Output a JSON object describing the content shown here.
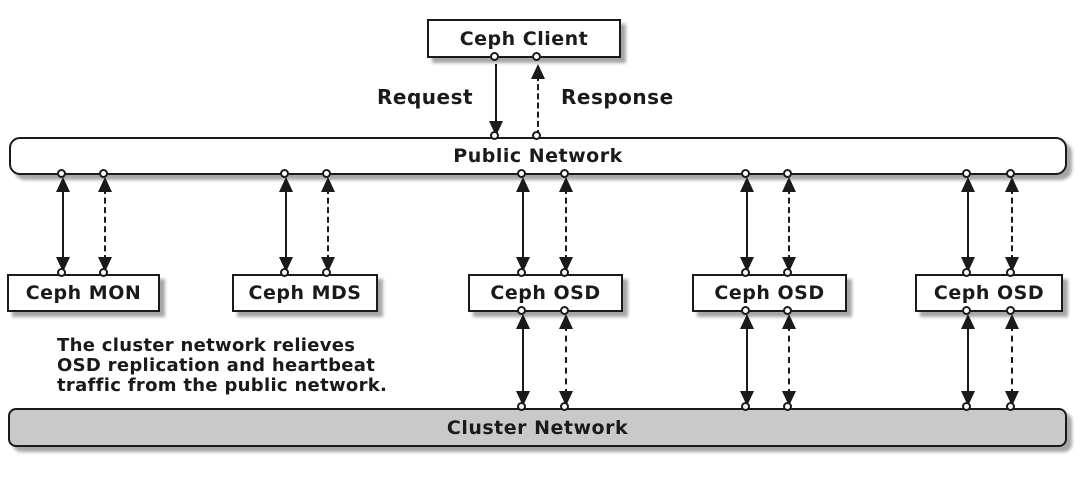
{
  "diagram": {
    "client": {
      "label": "Ceph Client"
    },
    "edge_labels": {
      "request": "Request",
      "response": "Response"
    },
    "public_network": {
      "label": "Public Network"
    },
    "cluster_network": {
      "label": "Cluster Network"
    },
    "nodes": [
      {
        "label": "Ceph MON"
      },
      {
        "label": "Ceph MDS"
      },
      {
        "label": "Ceph OSD"
      },
      {
        "label": "Ceph OSD"
      },
      {
        "label": "Ceph OSD"
      }
    ],
    "annotation": {
      "line1": "The cluster network relieves",
      "line2": "OSD replication and heartbeat",
      "line3": "traffic from the public network."
    },
    "colors": {
      "line": "#1a1a1a",
      "box_fill": "#ffffff",
      "cluster_fill": "#c9c9c9",
      "background": "#ffffff",
      "text": "#1a1a1a"
    }
  }
}
